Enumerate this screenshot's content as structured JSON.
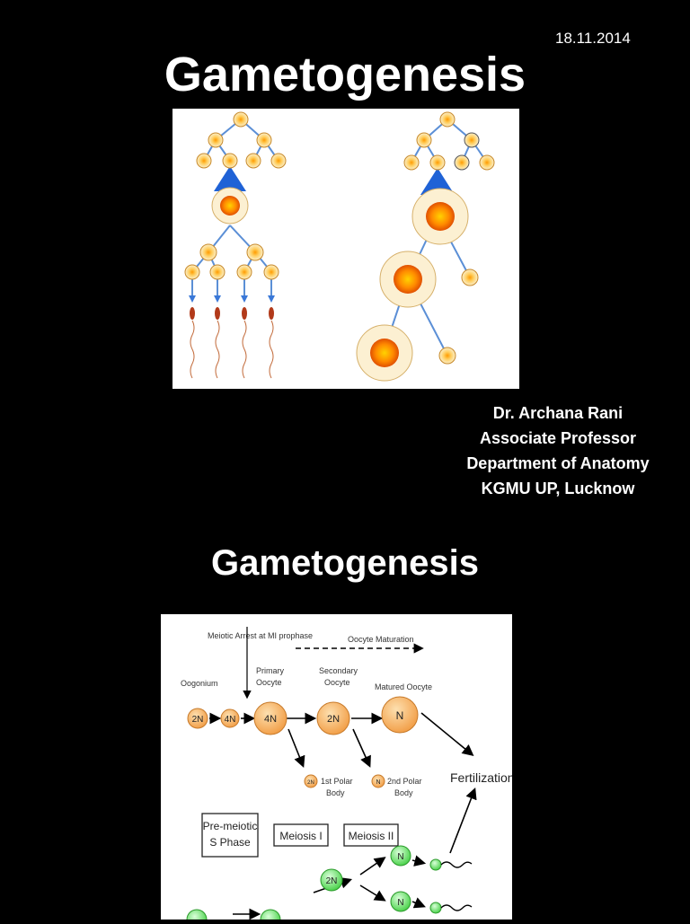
{
  "date": "18.11.2014",
  "title": "Gametogenesis",
  "author": {
    "name": "Dr. Archana Rani",
    "position": "Associate Professor",
    "department": "Department of Anatomy",
    "institution": "KGMU UP, Lucknow"
  },
  "slide2": {
    "title": "Gametogenesis",
    "diagram": {
      "meiotic_arrest": "Meiotic Arrest at MI prophase",
      "oocyte_maturation": "Oocyte Maturation",
      "oogonium": "Oogonium",
      "primary_oocyte_l1": "Primary",
      "primary_oocyte_l2": "Oocyte",
      "secondary_oocyte_l1": "Secondary",
      "secondary_oocyte_l2": "Oocyte",
      "matured_oocyte": "Matured Oocyte",
      "cell_2n": "2N",
      "cell_4n": "4N",
      "cell_n": "N",
      "polar1_l1": "1st Polar",
      "polar1_l2": "Body",
      "polar2_l1": "2nd Polar",
      "polar2_l2": "Body",
      "fertilization": "Fertilization",
      "premeiotic_l1": "Pre-meiotic",
      "premeiotic_l2": "S Phase",
      "meiosis1": "Meiosis I",
      "meiosis2": "Meiosis II"
    }
  }
}
